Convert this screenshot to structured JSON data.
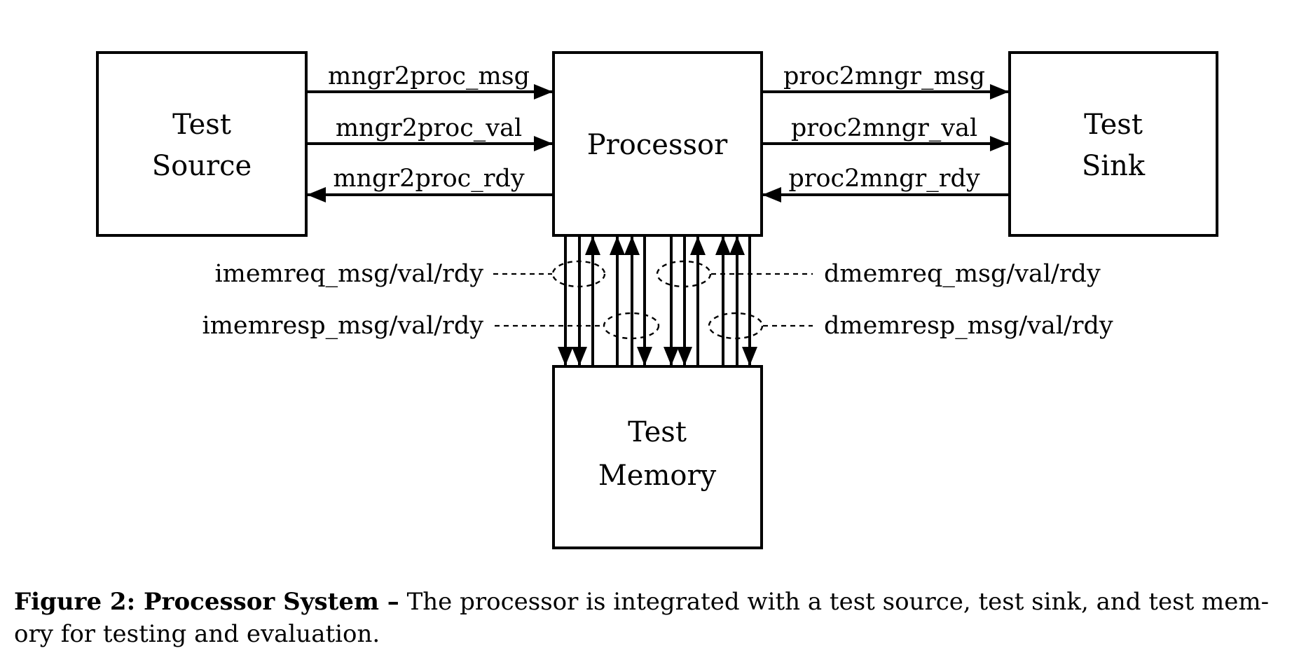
{
  "figure": {
    "background": "#ffffff",
    "ink": "#000000",
    "blocks": {
      "source": {
        "line1": "Test",
        "line2": "Source"
      },
      "processor": {
        "label": "Processor"
      },
      "sink": {
        "line1": "Test",
        "line2": "Sink"
      },
      "memory": {
        "line1": "Test",
        "line2": "Memory"
      }
    },
    "channel_signals": {
      "mngr2proc_msg": "mngr2proc_msg",
      "mngr2proc_val": "mngr2proc_val",
      "mngr2proc_rdy": "mngr2proc_rdy",
      "proc2mngr_msg": "proc2mngr_msg",
      "proc2mngr_val": "proc2mngr_val",
      "proc2mngr_rdy": "proc2mngr_rdy"
    },
    "memory_ports": {
      "imemreq": "imemreq_msg/val/rdy",
      "imemresp": "imemresp_msg/val/rdy",
      "dmemreq": "dmemreq_msg/val/rdy",
      "dmemresp": "dmemresp_msg/val/rdy"
    }
  },
  "caption": {
    "label_bold": "Figure 2: Processor System –",
    "body_line1": " The processor is integrated with a test source, test sink, and test mem-",
    "body_line2": "ory for testing and evaluation."
  }
}
